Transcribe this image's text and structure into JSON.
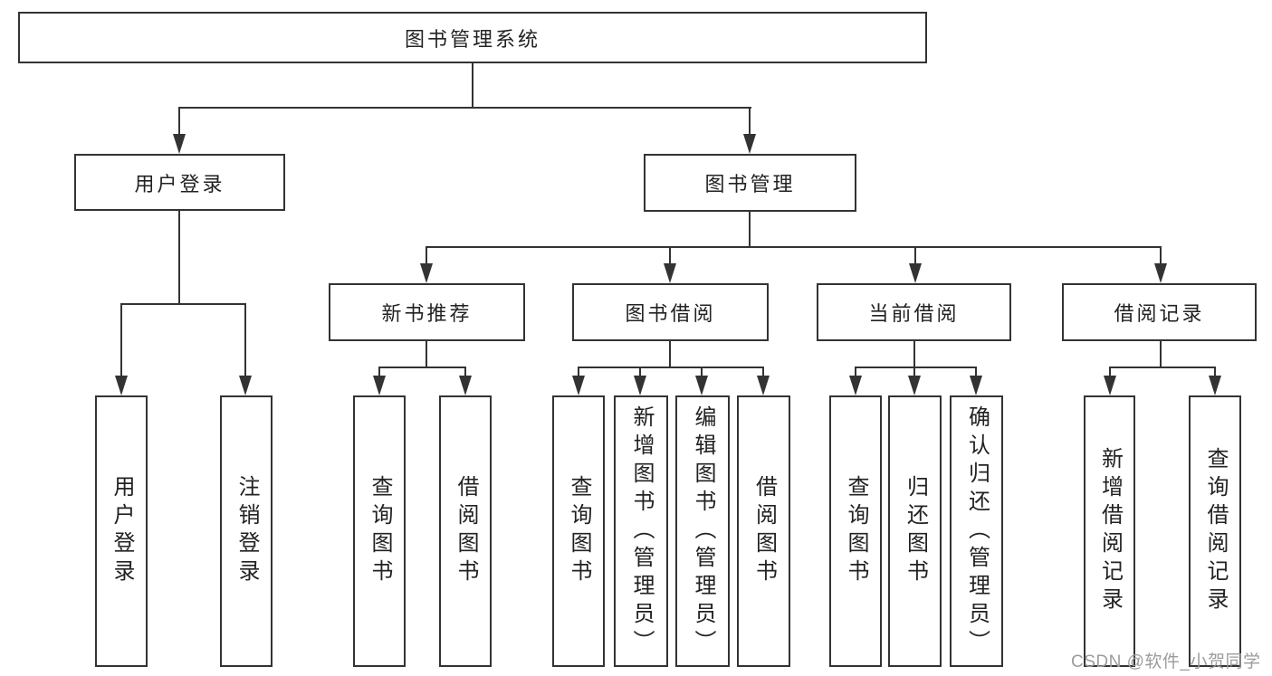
{
  "tree": {
    "label": "图书管理系统",
    "children": [
      {
        "label": "用户登录",
        "children": [
          {
            "label": "用户登录"
          },
          {
            "label": "注销登录"
          }
        ]
      },
      {
        "label": "图书管理",
        "children": [
          {
            "label": "新书推荐",
            "children": [
              {
                "label": "查询图书"
              },
              {
                "label": "借阅图书"
              }
            ]
          },
          {
            "label": "图书借阅",
            "children": [
              {
                "label": "查询图书"
              },
              {
                "label": "新增图书（管理员）"
              },
              {
                "label": "编辑图书（管理员）"
              },
              {
                "label": "借阅图书"
              }
            ]
          },
          {
            "label": "当前借阅",
            "children": [
              {
                "label": "查询图书"
              },
              {
                "label": "归还图书"
              },
              {
                "label": "确认归还（管理员）"
              }
            ]
          },
          {
            "label": "借阅记录",
            "children": [
              {
                "label": "新增借阅记录"
              },
              {
                "label": "查询借阅记录"
              }
            ]
          }
        ]
      }
    ]
  },
  "watermark": {
    "text": "CSDN @软件_小贺同学"
  },
  "colors": {
    "line": "#333333",
    "box_border": "#333333",
    "box_fill": "#ffffff",
    "background": "#ffffff",
    "watermark": "#9c9c9c"
  }
}
